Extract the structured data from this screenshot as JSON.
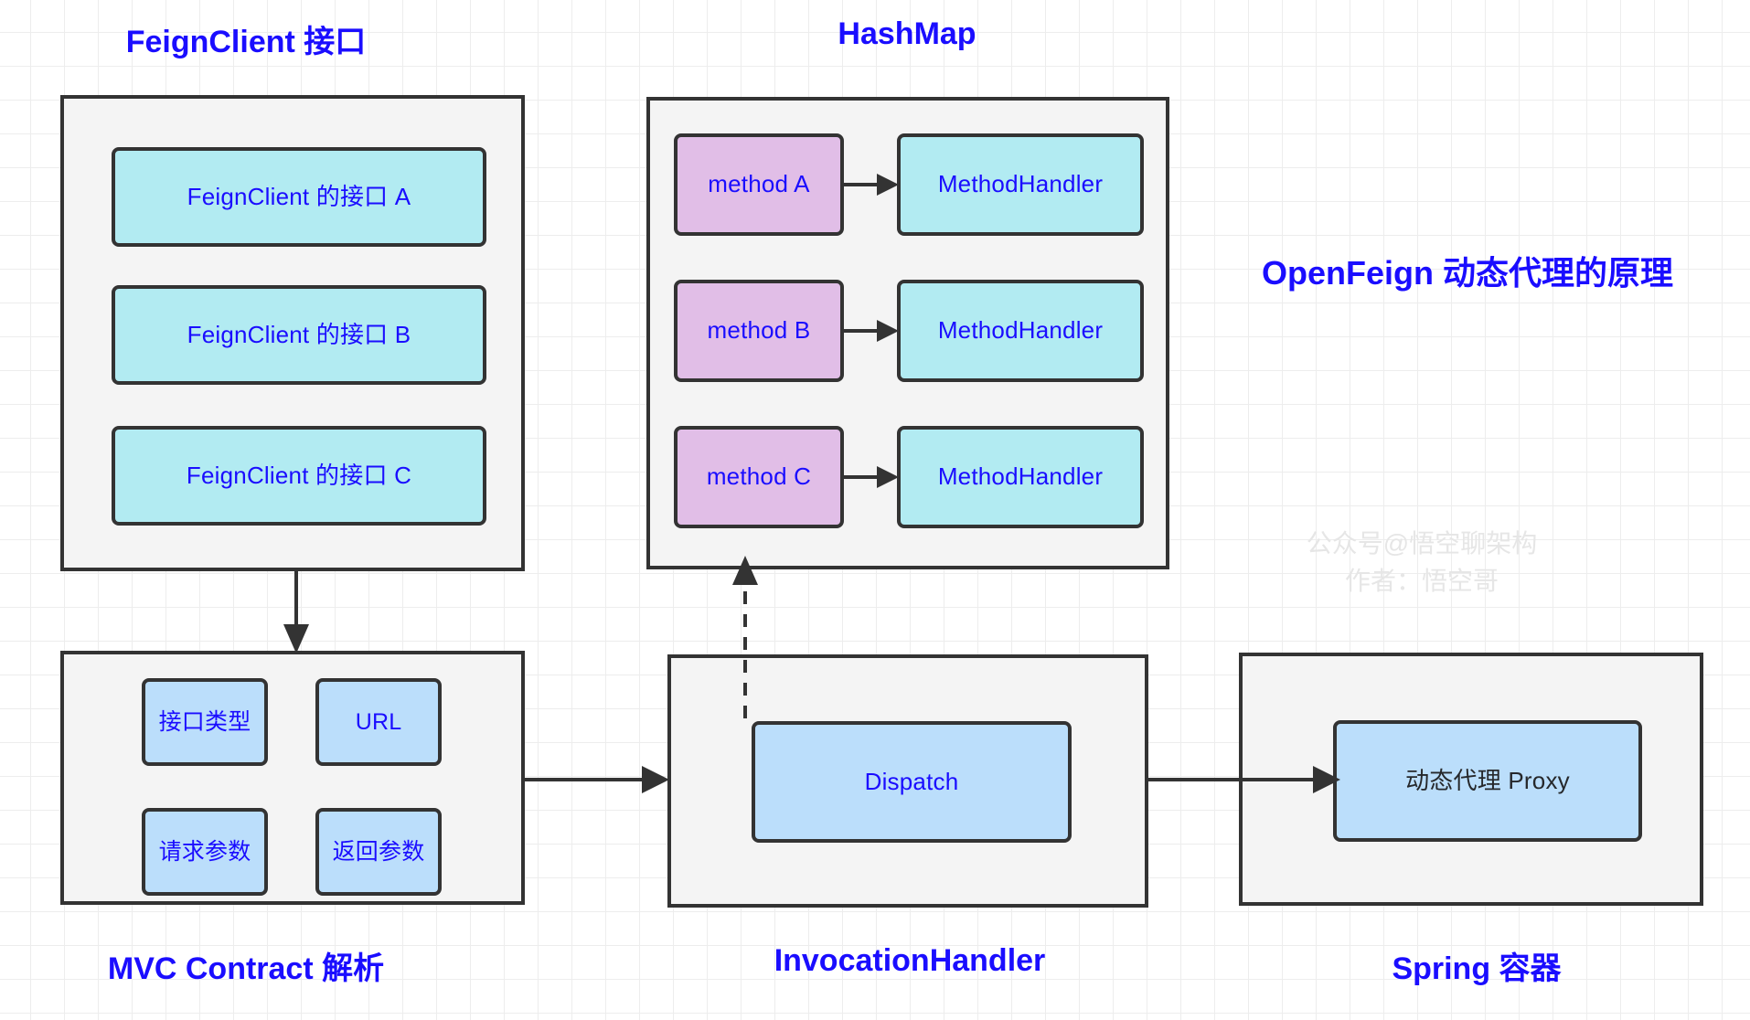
{
  "diagram": {
    "title_note": "OpenFeign 动态代理的原理",
    "watermark": "公众号@悟空聊架构\n作者：悟空哥"
  },
  "sections": {
    "feignclient": {
      "caption": "FeignClient 接口",
      "items": [
        {
          "label": "FeignClient 的接口 A"
        },
        {
          "label": "FeignClient 的接口 B"
        },
        {
          "label": "FeignClient 的接口 C"
        }
      ]
    },
    "hashmap": {
      "caption": "HashMap",
      "entries": [
        {
          "key": "method A",
          "value": "MethodHandler"
        },
        {
          "key": "method B",
          "value": "MethodHandler"
        },
        {
          "key": "method C",
          "value": "MethodHandler"
        }
      ]
    },
    "mvc_contract": {
      "caption": "MVC Contract 解析",
      "items": [
        {
          "label": "接口类型"
        },
        {
          "label": "URL"
        },
        {
          "label": "请求参数"
        },
        {
          "label": "返回参数"
        }
      ]
    },
    "invocation_handler": {
      "caption": "InvocationHandler",
      "node": "Dispatch"
    },
    "spring_container": {
      "caption": "Spring 容器",
      "node": "动态代理 Proxy"
    }
  },
  "colors": {
    "accent_text": "#1a0dff",
    "cyan_fill": "#b2ebf2",
    "pink_fill": "#e1bee7",
    "blue_fill": "#bbdefb",
    "group_fill": "#f4f4f4",
    "stroke": "#333333",
    "grid": "#ededed",
    "watermark": "#e6e6e6"
  }
}
